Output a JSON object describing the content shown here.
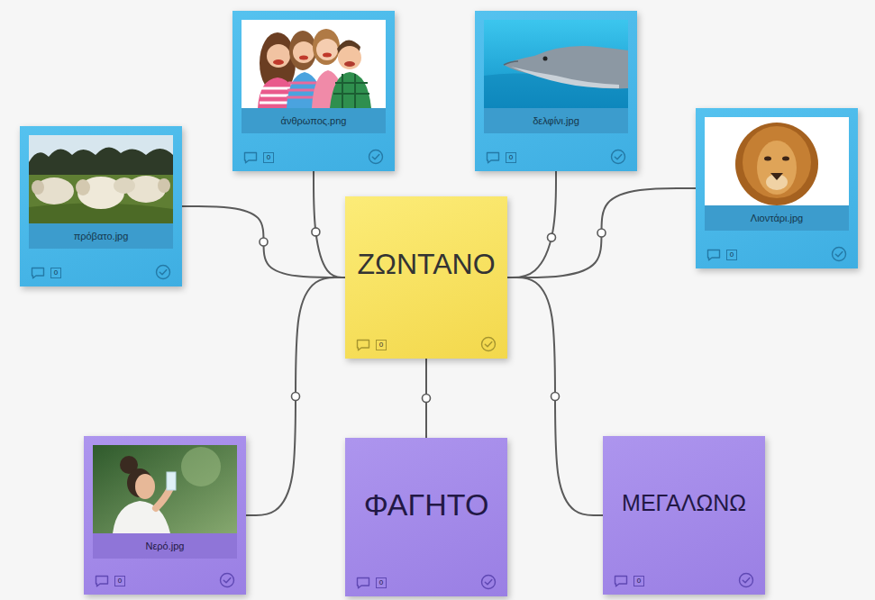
{
  "diagram": {
    "nodes": [
      {
        "text": [
          "άνθρωπος.png",
          "0"
        ]
      },
      {
        "text": [
          "δελφίνι.jpg",
          "0"
        ]
      },
      {
        "text": [
          "Λιοντάρι.jpg",
          "0"
        ]
      },
      {
        "text": [
          "πρόβατο.jpg",
          "0"
        ]
      },
      {
        "text": [
          "ΖΩΝΤΑΝΟ",
          "0"
        ]
      },
      {
        "text": [
          "Νερό.jpg",
          "0"
        ]
      },
      {
        "text": [
          "ΦΑΓΗΤΟ",
          "0"
        ]
      },
      {
        "text": [
          "ΜΕΓΑΛΩΝΩ",
          "0"
        ]
      }
    ],
    "edges": [
      {
        "from": 4,
        "to": 0,
        "arrow": "none"
      },
      {
        "from": 4,
        "to": 1,
        "arrow": "none"
      },
      {
        "from": 4,
        "to": 2,
        "arrow": "none"
      },
      {
        "from": 4,
        "to": 3,
        "arrow": "none"
      },
      {
        "from": 4,
        "to": 5,
        "arrow": "none"
      },
      {
        "from": 4,
        "to": 6,
        "arrow": "none"
      },
      {
        "from": 4,
        "to": 7,
        "arrow": "none"
      }
    ]
  }
}
